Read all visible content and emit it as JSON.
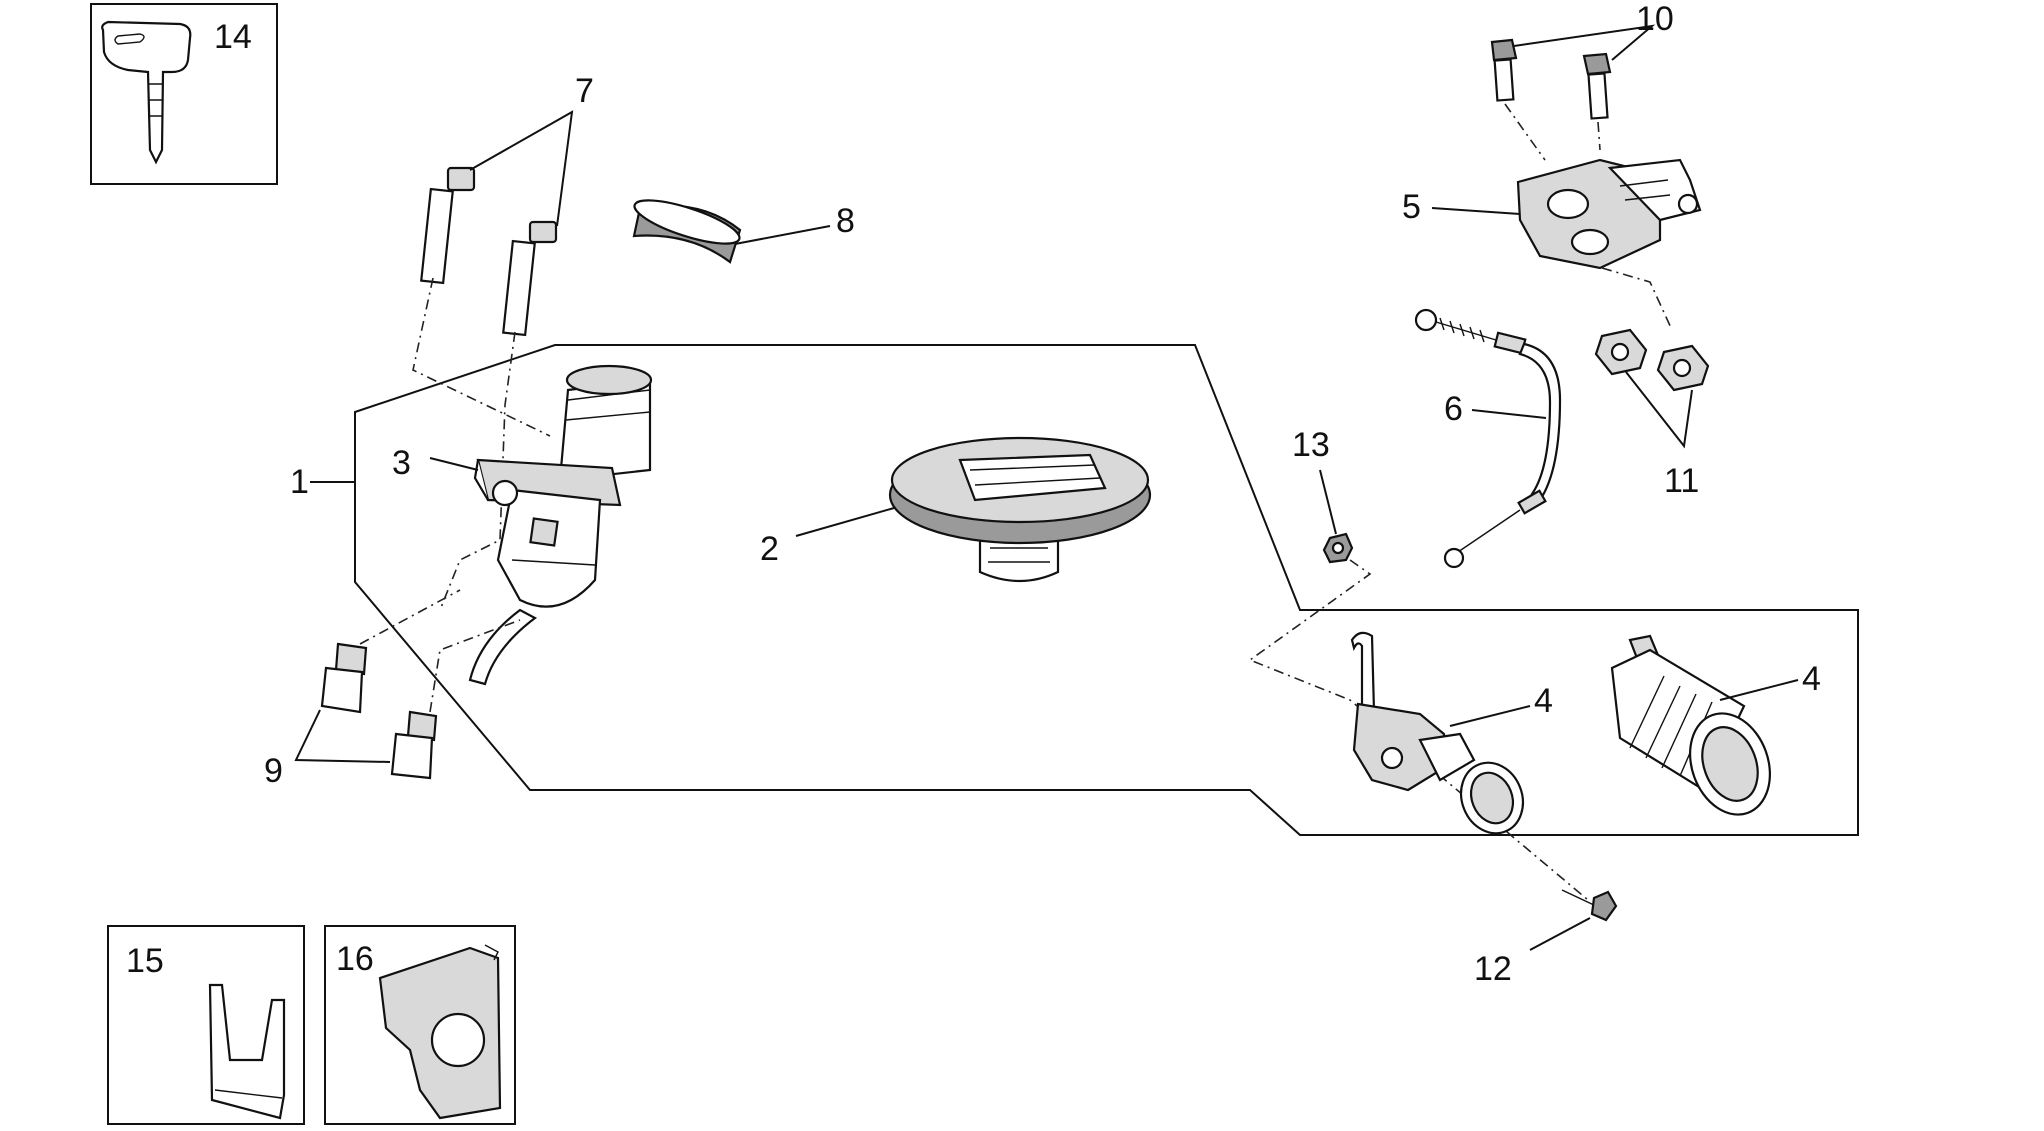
{
  "callouts": {
    "c1": "1",
    "c2": "2",
    "c3": "3",
    "c4a": "4",
    "c4b": "4",
    "c5": "5",
    "c6": "6",
    "c7": "7",
    "c8": "8",
    "c9": "9",
    "c10": "10",
    "c11": "11",
    "c12": "12",
    "c13": "13",
    "c14": "14",
    "c15": "15",
    "c16": "16"
  },
  "icons": {
    "key": "key-icon",
    "ignition_lock": "ignition-switch-icon",
    "fuel_cap": "fuel-cap-icon",
    "seat_lock": "seat-lock-icon",
    "lock_cylinder": "lock-cylinder-icon",
    "bracket": "lock-bracket-icon",
    "cable": "release-cable-icon"
  },
  "colors": {
    "line": "#111111",
    "background": "#ffffff",
    "shade": "#d9d9d9"
  }
}
